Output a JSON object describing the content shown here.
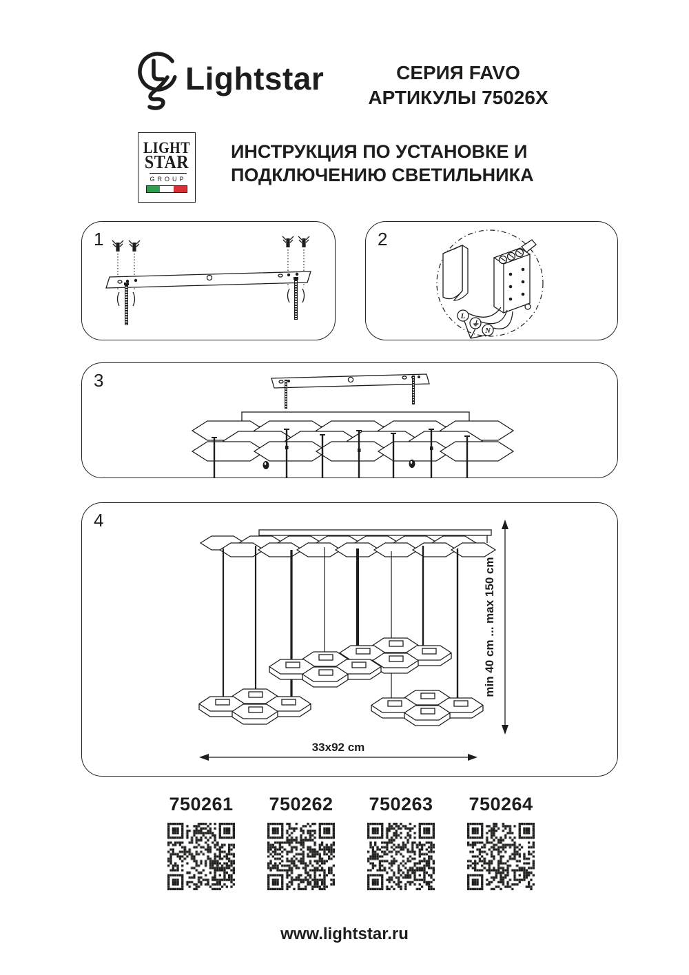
{
  "brand": {
    "logo_text": "Lightstar",
    "group_logo": {
      "line1": "LIGHT",
      "line2": "STAR",
      "line3": "GROUP"
    },
    "flag_colors": {
      "green": "#2f9e4f",
      "white": "#ffffff",
      "red": "#d93036"
    }
  },
  "header": {
    "series": "СЕРИЯ FAVO",
    "articles": "АРТИКУЛЫ 75026X"
  },
  "instruction_title": {
    "line1": "ИНСТРУКЦИЯ ПО УСТАНОВКЕ И",
    "line2": "ПОДКЛЮЧЕНИЮ СВЕТИЛЬНИКА"
  },
  "panels": [
    {
      "number": "1"
    },
    {
      "number": "2",
      "wire_labels": {
        "live": "L",
        "earth": "⏚",
        "neutral": "N"
      }
    },
    {
      "number": "3"
    },
    {
      "number": "4",
      "dimensions": {
        "height_range": "min 40 cm ... max 150 cm",
        "width": "33x92 cm"
      }
    }
  ],
  "qr_codes": [
    {
      "article": "750261"
    },
    {
      "article": "750262"
    },
    {
      "article": "750263"
    },
    {
      "article": "750264"
    }
  ],
  "footer": {
    "url": "www.lightstar.ru"
  },
  "colors": {
    "ink": "#1d1d1b"
  }
}
